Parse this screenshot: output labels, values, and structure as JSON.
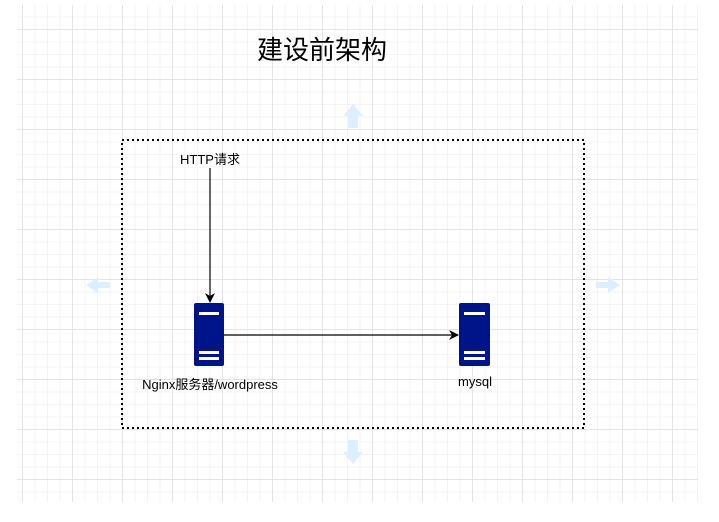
{
  "title": "建设前架构",
  "nodes": {
    "request": {
      "label": "HTTP请求"
    },
    "nginx": {
      "label": "Nginx服务器/wordpress",
      "icon": "server-icon"
    },
    "mysql": {
      "label": "mysql",
      "icon": "server-icon"
    }
  },
  "colors": {
    "server": "#001489",
    "guide_arrow": "#dff0ff"
  }
}
